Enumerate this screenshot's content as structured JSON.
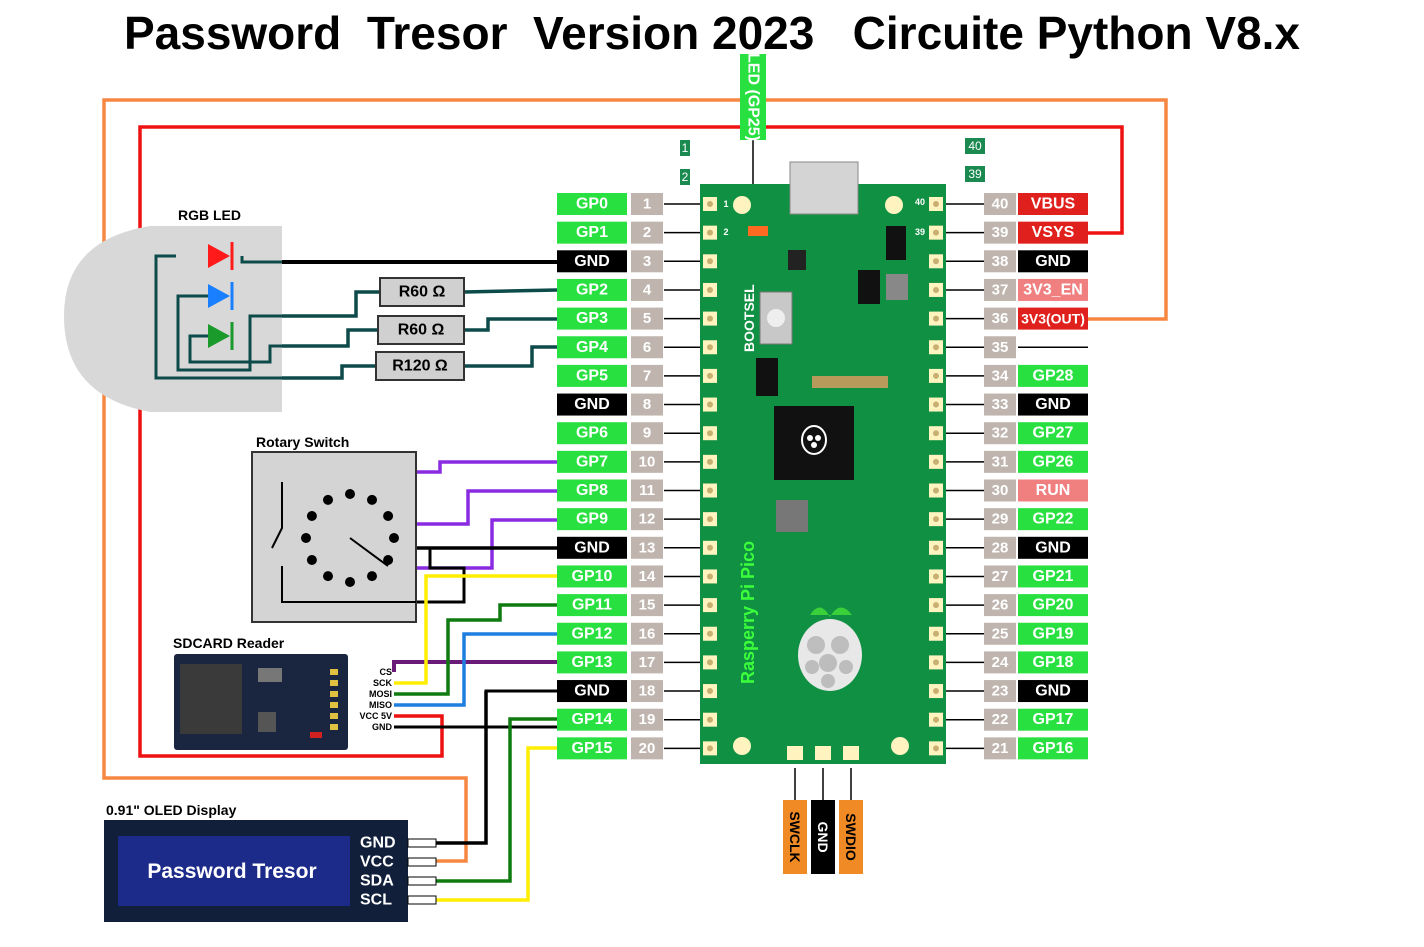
{
  "title": "Password  Tresor  Version 2023   Circuite Python V8.x",
  "board": {
    "name": "Rasperry Pi Pico",
    "bootsel": "BOOTSEL",
    "led_label": "LED (GP25)",
    "corner_labels": [
      "1",
      "2",
      "40",
      "39"
    ],
    "pad_labels": [
      "1",
      "2",
      "40",
      "39"
    ],
    "colors": {
      "board": "#109042",
      "label_green": "#28e040",
      "gnd": "#000000",
      "power_red": "#e0201c",
      "pin_num_bg": "#bfb5ae",
      "pink": "#f08080"
    }
  },
  "pins_left": [
    {
      "num": "1",
      "label": "GP0",
      "kind": "gp"
    },
    {
      "num": "2",
      "label": "GP1",
      "kind": "gp"
    },
    {
      "num": "3",
      "label": "GND",
      "kind": "gnd"
    },
    {
      "num": "4",
      "label": "GP2",
      "kind": "gp"
    },
    {
      "num": "5",
      "label": "GP3",
      "kind": "gp"
    },
    {
      "num": "6",
      "label": "GP4",
      "kind": "gp"
    },
    {
      "num": "7",
      "label": "GP5",
      "kind": "gp"
    },
    {
      "num": "8",
      "label": "GND",
      "kind": "gnd"
    },
    {
      "num": "9",
      "label": "GP6",
      "kind": "gp"
    },
    {
      "num": "10",
      "label": "GP7",
      "kind": "gp"
    },
    {
      "num": "11",
      "label": "GP8",
      "kind": "gp"
    },
    {
      "num": "12",
      "label": "GP9",
      "kind": "gp"
    },
    {
      "num": "13",
      "label": "GND",
      "kind": "gnd"
    },
    {
      "num": "14",
      "label": "GP10",
      "kind": "gp"
    },
    {
      "num": "15",
      "label": "GP11",
      "kind": "gp"
    },
    {
      "num": "16",
      "label": "GP12",
      "kind": "gp"
    },
    {
      "num": "17",
      "label": "GP13",
      "kind": "gp"
    },
    {
      "num": "18",
      "label": "GND",
      "kind": "gnd"
    },
    {
      "num": "19",
      "label": "GP14",
      "kind": "gp"
    },
    {
      "num": "20",
      "label": "GP15",
      "kind": "gp"
    }
  ],
  "pins_right": [
    {
      "num": "40",
      "label": "VBUS",
      "kind": "power"
    },
    {
      "num": "39",
      "label": "VSYS",
      "kind": "power"
    },
    {
      "num": "38",
      "label": "GND",
      "kind": "gnd"
    },
    {
      "num": "37",
      "label": "3V3_EN",
      "kind": "pink"
    },
    {
      "num": "36",
      "label": "3V3(OUT)",
      "kind": "power"
    },
    {
      "num": "35",
      "label": "",
      "kind": "none"
    },
    {
      "num": "34",
      "label": "GP28",
      "kind": "gp"
    },
    {
      "num": "33",
      "label": "GND",
      "kind": "gnd"
    },
    {
      "num": "32",
      "label": "GP27",
      "kind": "gp"
    },
    {
      "num": "31",
      "label": "GP26",
      "kind": "gp"
    },
    {
      "num": "30",
      "label": "RUN",
      "kind": "pink"
    },
    {
      "num": "29",
      "label": "GP22",
      "kind": "gp"
    },
    {
      "num": "28",
      "label": "GND",
      "kind": "gnd"
    },
    {
      "num": "27",
      "label": "GP21",
      "kind": "gp"
    },
    {
      "num": "26",
      "label": "GP20",
      "kind": "gp"
    },
    {
      "num": "25",
      "label": "GP19",
      "kind": "gp"
    },
    {
      "num": "24",
      "label": "GP18",
      "kind": "gp"
    },
    {
      "num": "23",
      "label": "GND",
      "kind": "gnd"
    },
    {
      "num": "22",
      "label": "GP17",
      "kind": "gp"
    },
    {
      "num": "21",
      "label": "GP16",
      "kind": "gp"
    }
  ],
  "debug_pins": [
    {
      "label": "SWCLK",
      "color": "#f08a24",
      "text_color": "#000000"
    },
    {
      "label": "GND",
      "color": "#000000",
      "text_color": "#ffffff"
    },
    {
      "label": "SWDIO",
      "color": "#f08a24",
      "text_color": "#000000"
    }
  ],
  "rgb_led": {
    "label": "RGB LED",
    "colors": [
      "#ff1a1a",
      "#1a7fff",
      "#1a9a2a"
    ]
  },
  "resistors": [
    "R60 Ω",
    "R60 Ω",
    "R120 Ω"
  ],
  "rotary_switch": {
    "label": "Rotary Switch"
  },
  "sdcard": {
    "label": "SDCARD Reader",
    "pins": [
      "CS",
      "SCK",
      "MOSI",
      "MISO",
      "VCC 5V",
      "GND"
    ]
  },
  "oled": {
    "label": "0.91\" OLED Display",
    "screen_text": "Password Tresor",
    "pins": [
      "GND",
      "VCC",
      "SDA",
      "SCL"
    ]
  },
  "wire_colors": {
    "red": "#ee1111",
    "orange": "#f58742",
    "black": "#000000",
    "teal": "#0d4a4a",
    "purple": "#8a2be2",
    "dark_purple": "#6a1b7a",
    "yellow": "#ffee00",
    "green": "#0f7a0f",
    "blue": "#1e7fe0"
  }
}
